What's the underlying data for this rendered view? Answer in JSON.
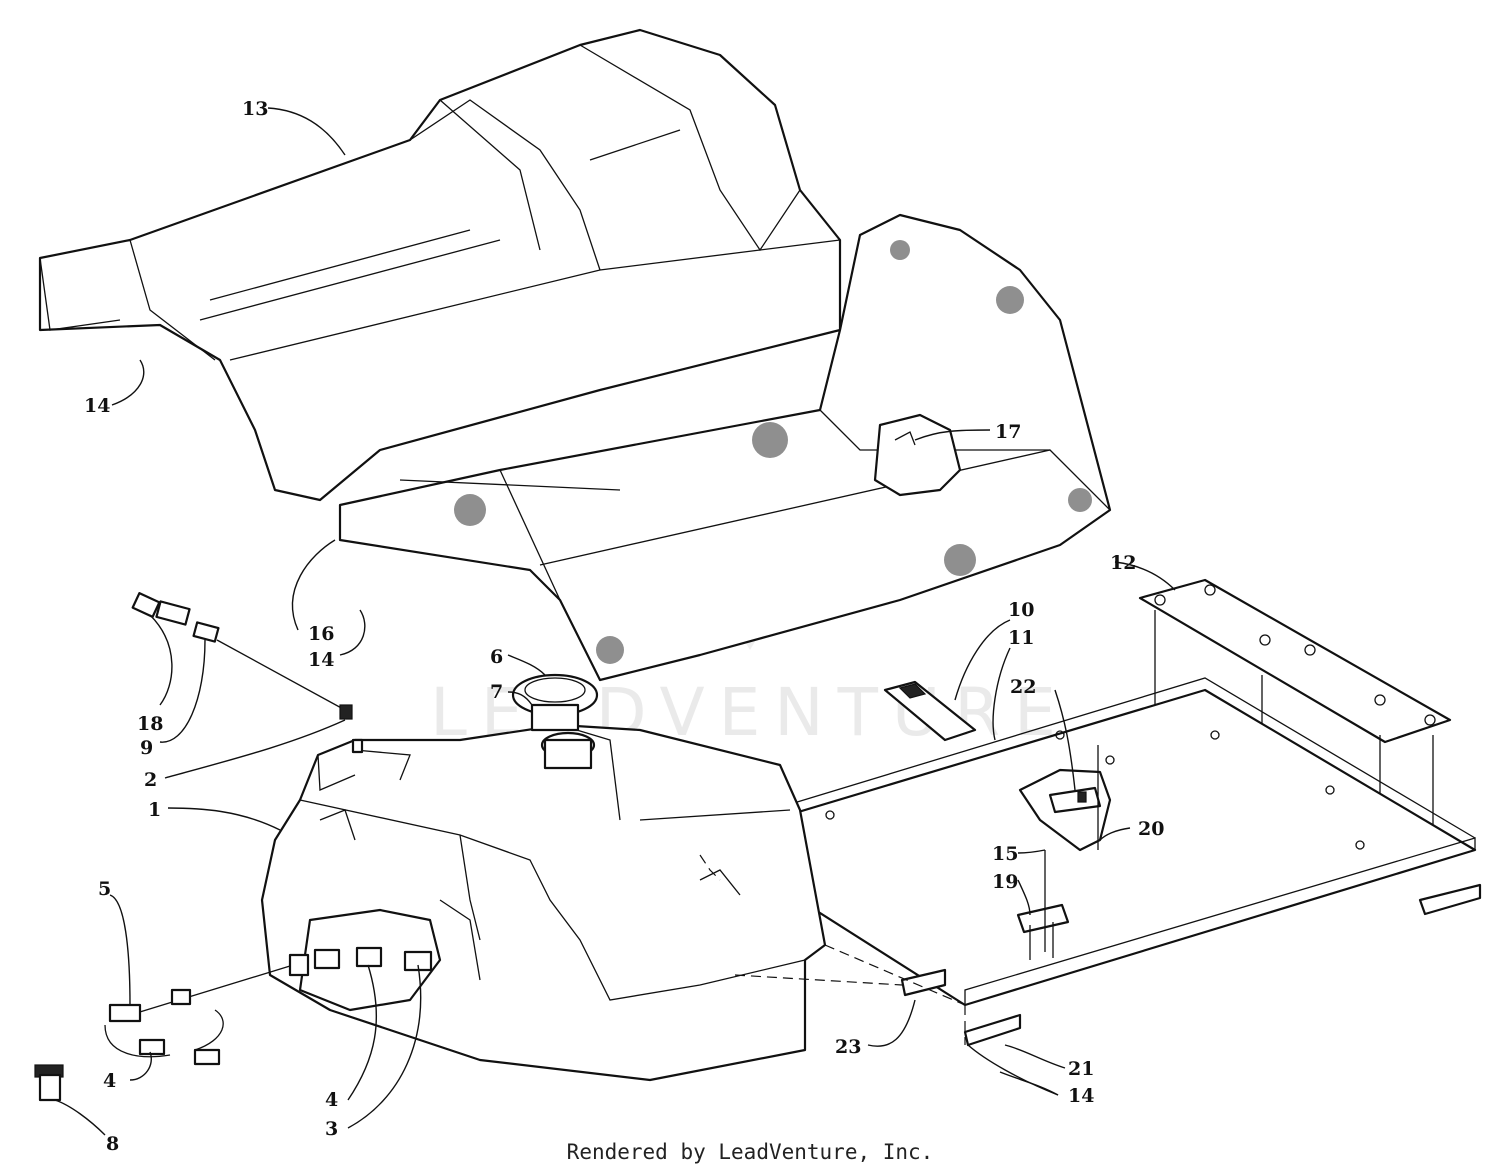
{
  "footer_text": "Rendered by LeadVenture, Inc.",
  "watermark_text": "LEADVENTURE",
  "callouts": {
    "c13": "13",
    "c14a": "14",
    "c17": "17",
    "c16": "16",
    "c14b": "14",
    "c12": "12",
    "c10": "10",
    "c11": "11",
    "c6": "6",
    "c7": "7",
    "c22": "22",
    "c18": "18",
    "c9": "9",
    "c2": "2",
    "c1": "1",
    "c20": "20",
    "c15": "15",
    "c19": "19",
    "c5": "5",
    "c4a": "4",
    "c8": "8",
    "c4b": "4",
    "c3": "3",
    "c23": "23",
    "c21": "21",
    "c14c": "14"
  },
  "colors": {
    "ink": "#111111",
    "paper": "#ffffff",
    "watermark": "#d9d9d9"
  }
}
